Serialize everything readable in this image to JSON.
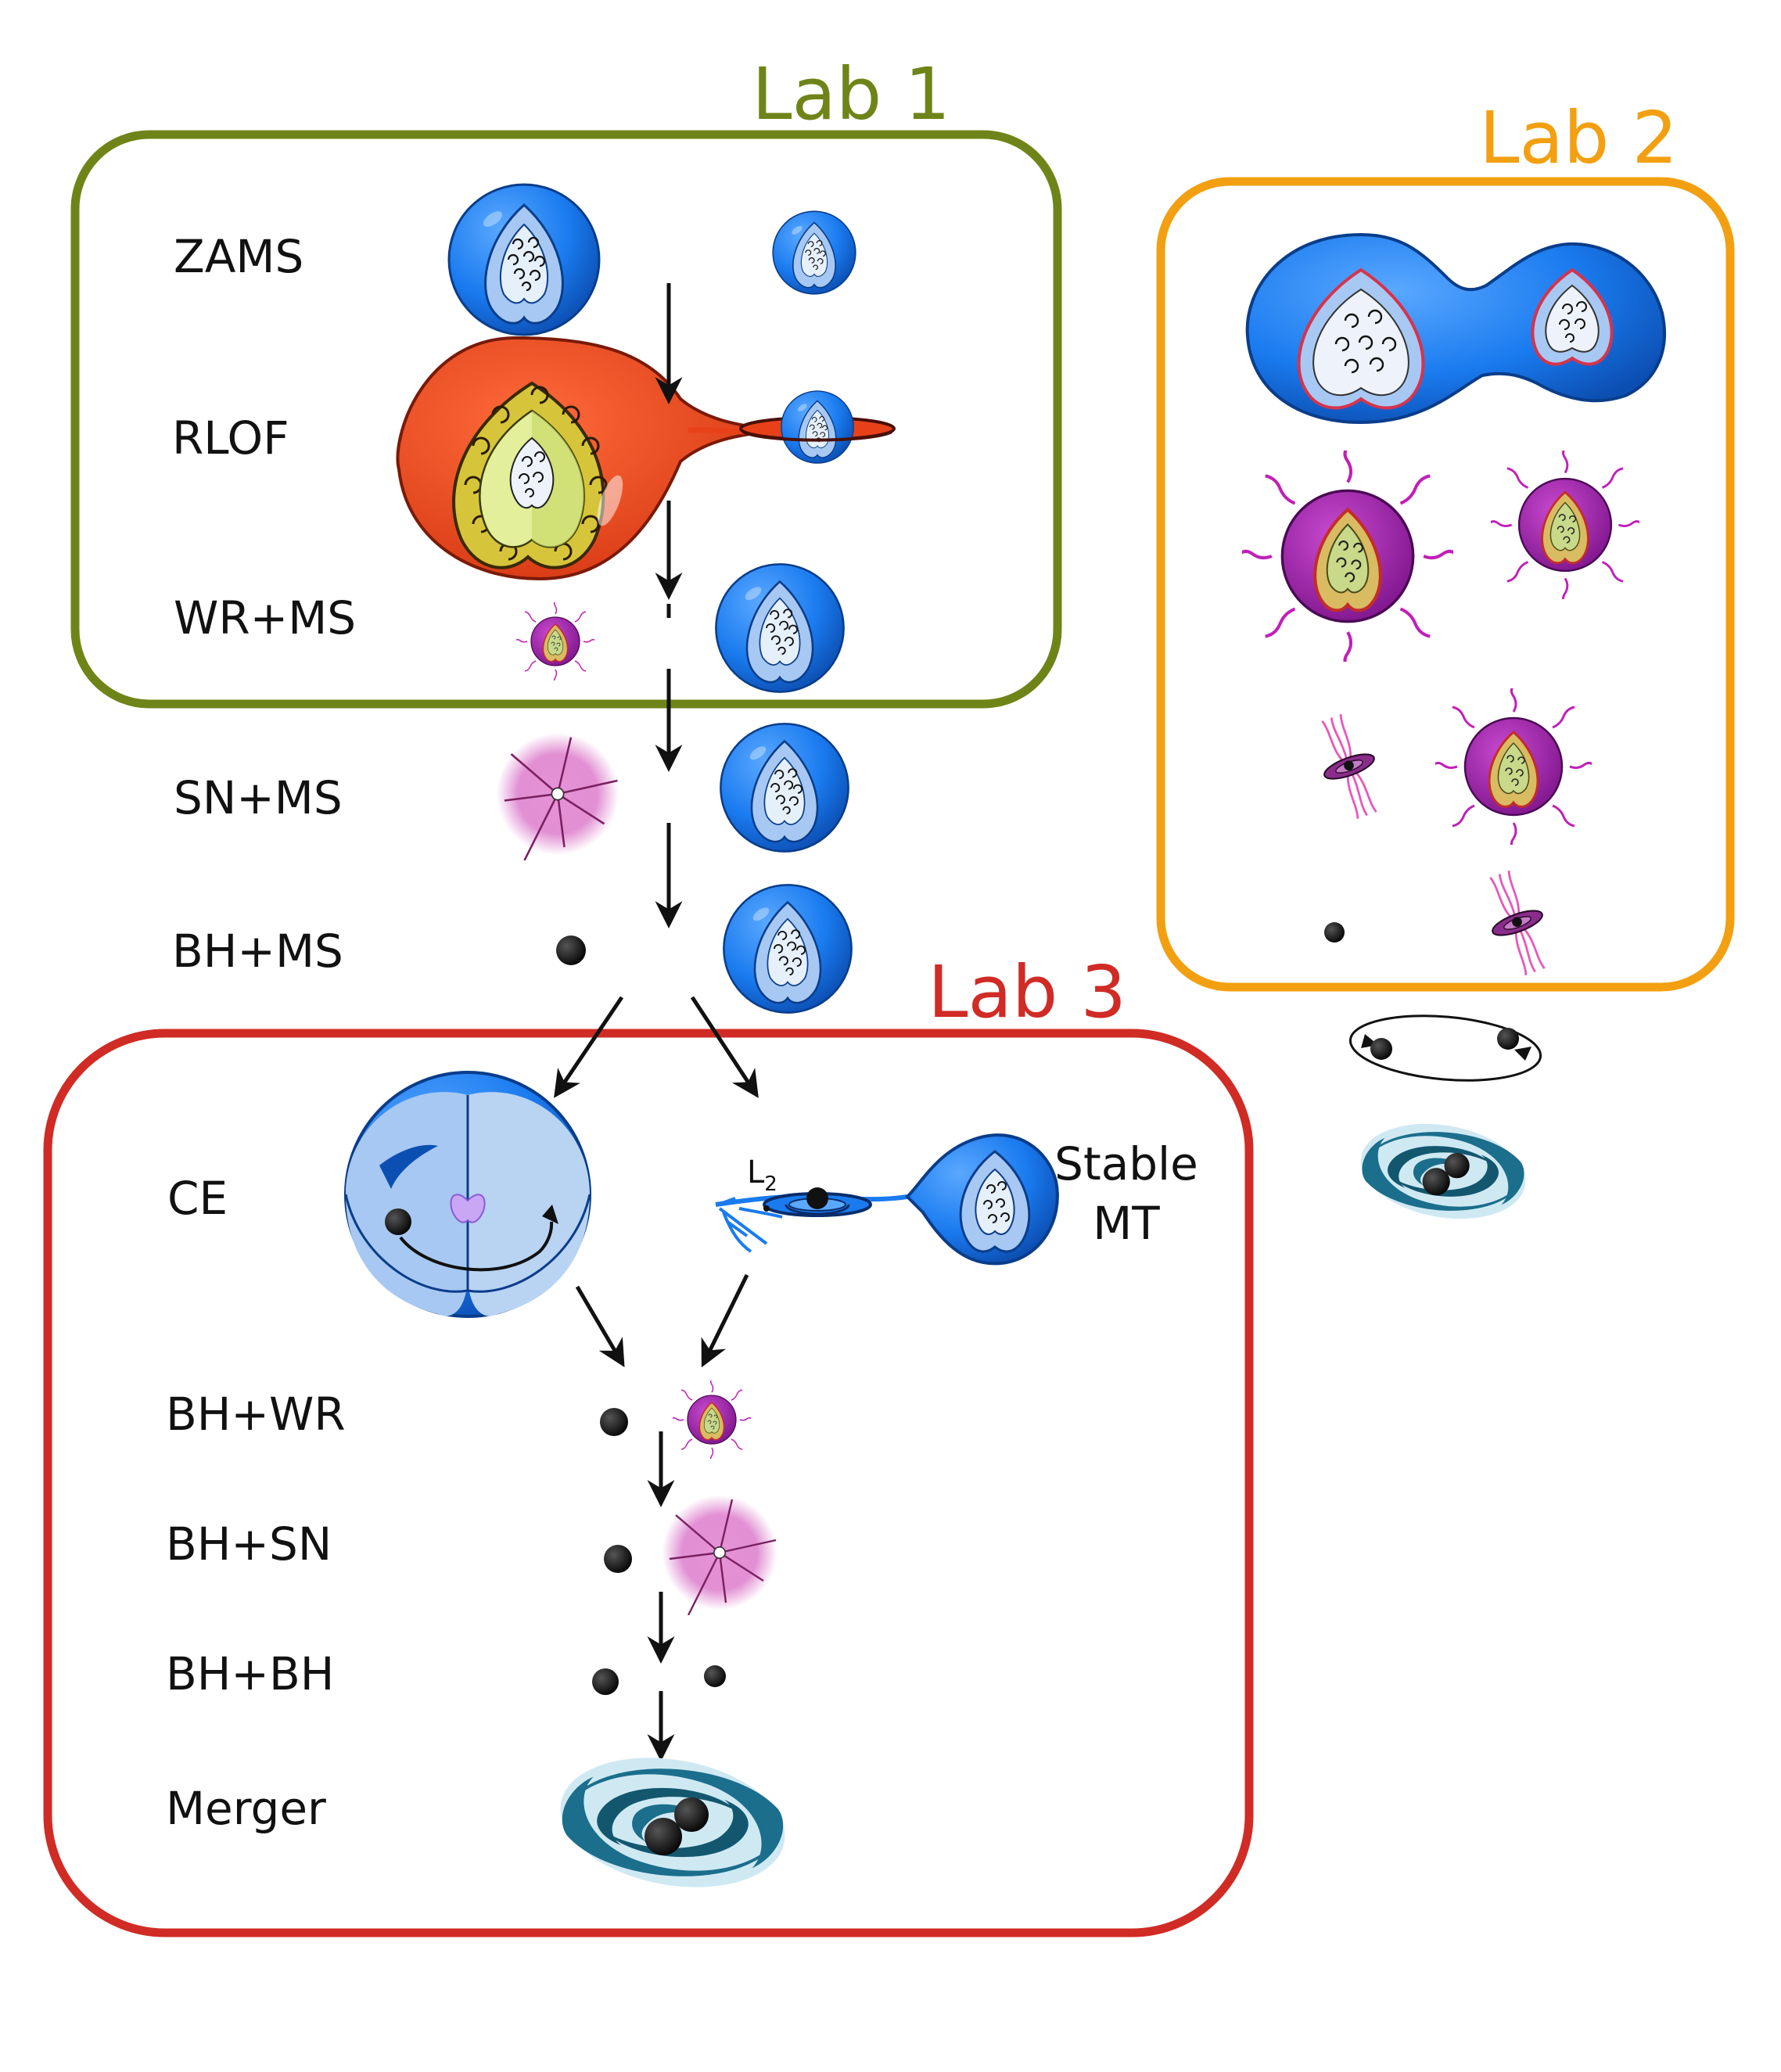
{
  "colors": {
    "lab1": "#6f8418",
    "lab2": "#f2a011",
    "lab3": "#d02b25",
    "star_blue": "#1a7bef",
    "star_core": "#a7c8f2",
    "giant_red": "#e8411a",
    "he_core": "#d4e37a",
    "wr_purple": "#9c1fa6",
    "sn_pink": "#d86ac4",
    "bh": "#1a1a1a",
    "gw_teal": "#1b6e8c",
    "arrow": "#111111"
  },
  "labs": [
    {
      "title": "Lab 1"
    },
    {
      "title": "Lab 2"
    },
    {
      "title": "Lab 3"
    }
  ],
  "stages": {
    "zams": "ZAMS",
    "rlof": "RLOF",
    "wr_ms": "WR+MS",
    "sn_ms": "SN+MS",
    "bh_ms": "BH+MS",
    "ce": "CE",
    "stable_mt_line1": "Stable",
    "stable_mt_line2": "MT",
    "l2_letter": "L",
    "l2_sub": "2",
    "bh_wr": "BH+WR",
    "bh_sn": "BH+SN",
    "bh_bh": "BH+BH",
    "merger": "Merger"
  },
  "icons": [
    "ms-star-icon",
    "roche-lobe-overflow-icon",
    "wolf-rayet-star-icon",
    "supernova-icon",
    "black-hole-icon",
    "common-envelope-icon",
    "accretion-disk-icon",
    "contact-binary-icon",
    "gravitational-wave-merger-icon",
    "binary-orbit-icon"
  ]
}
